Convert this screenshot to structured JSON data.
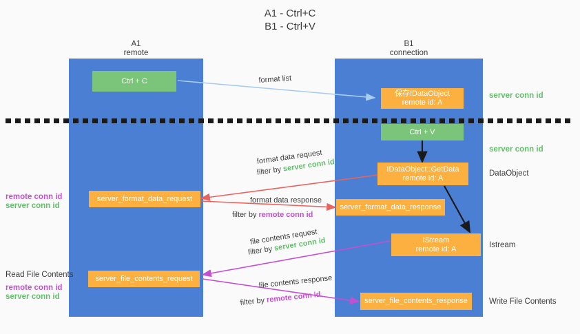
{
  "title": {
    "line1": "A1 - Ctrl+C",
    "line2": "B1 - Ctrl+V"
  },
  "columns": [
    {
      "name": "A1",
      "sub": "remote"
    },
    {
      "name": "B1",
      "sub": "connection"
    }
  ],
  "boxes": {
    "ctrl_c": {
      "label": "Ctrl + C"
    },
    "ctrl_v": {
      "label": "Ctrl + V"
    },
    "save_dataobject": {
      "line1": "保存IDataObject",
      "line2": "remote id: A"
    },
    "getdata": {
      "line1": "IDataObject::GetData",
      "line2": "remote id: A"
    },
    "istream": {
      "line1": "IStream",
      "line2": "remote id: A"
    },
    "server_format_data_request": {
      "label": "server_format_data_request"
    },
    "server_format_data_response": {
      "label": "server_format_data_response"
    },
    "server_file_contents_request": {
      "label": "server_file_contents_request"
    },
    "server_file_contents_response": {
      "label": "server_file_contents_response"
    }
  },
  "right_labels": {
    "server_conn_id_top": "server conn id",
    "server_conn_id_second": "server conn id",
    "dataobject": "DataObject",
    "istream": "Istream",
    "write_file_contents": "Write File Contents"
  },
  "left_labels": {
    "remote_conn_id_upper": "remote conn id",
    "server_conn_id_upper": "server conn id",
    "read_file_contents": "Read File Contents",
    "remote_conn_id_lower": "remote conn id",
    "server_conn_id_lower": "server conn id"
  },
  "edges": {
    "format_list": "format list",
    "format_data_request": "format data request",
    "fdr_filter_prefix": "filter by ",
    "fdr_filter_key": "server conn id",
    "format_data_response": "format data response",
    "fdresp_filter_prefix": "filter by ",
    "fdresp_filter_key": "remote conn id",
    "file_contents_request": "file contents request",
    "fcr_filter_prefix": "filter by ",
    "fcr_filter_key": "server conn id",
    "file_contents_response": "file contents response",
    "fcresp_filter_prefix": "filter by ",
    "fcresp_filter_key": "remote conn id"
  },
  "colors": {
    "lane": "#4a7fd4",
    "box_orange": "#fbb040",
    "box_green": "#7ac57a",
    "green_text": "#62bf6a",
    "purple_text": "#c44fd0",
    "arrow_blue": "#a9ccef",
    "arrow_red": "#e8645f",
    "arrow_magenta": "#c44fd0",
    "arrow_black": "#1a1a1a",
    "background": "#fafafa"
  }
}
